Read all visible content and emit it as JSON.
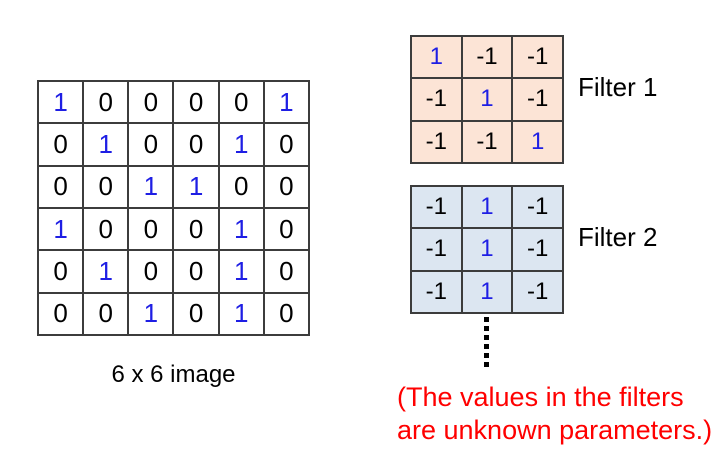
{
  "image_grid": {
    "caption": "6 x 6 image",
    "rows": [
      [
        "1",
        "0",
        "0",
        "0",
        "0",
        "1"
      ],
      [
        "0",
        "1",
        "0",
        "0",
        "1",
        "0"
      ],
      [
        "0",
        "0",
        "1",
        "1",
        "0",
        "0"
      ],
      [
        "1",
        "0",
        "0",
        "0",
        "1",
        "0"
      ],
      [
        "0",
        "1",
        "0",
        "0",
        "1",
        "0"
      ],
      [
        "0",
        "0",
        "1",
        "0",
        "1",
        "0"
      ]
    ]
  },
  "filters": [
    {
      "label": "Filter 1",
      "bg": "#FCE4D6",
      "rows": [
        [
          "1",
          "-1",
          "-1"
        ],
        [
          "-1",
          "1",
          "-1"
        ],
        [
          "-1",
          "-1",
          "1"
        ]
      ]
    },
    {
      "label": "Filter 2",
      "bg": "#DCE6F1",
      "rows": [
        [
          "-1",
          "1",
          "-1"
        ],
        [
          "-1",
          "1",
          "-1"
        ],
        [
          "-1",
          "1",
          "-1"
        ]
      ]
    }
  ],
  "ellipsis": {
    "dot_count": 6
  },
  "note": {
    "lines": [
      "(The values in the filters",
      "are unknown parameters.)"
    ]
  },
  "colors": {
    "highlight_blue": "#1E1EE4",
    "value_black": "#000000",
    "note_red": "#FF0000",
    "filter1_bg": "#FCE4D6",
    "filter2_bg": "#DCE6F1",
    "grid_border": "#3C3C3C"
  }
}
